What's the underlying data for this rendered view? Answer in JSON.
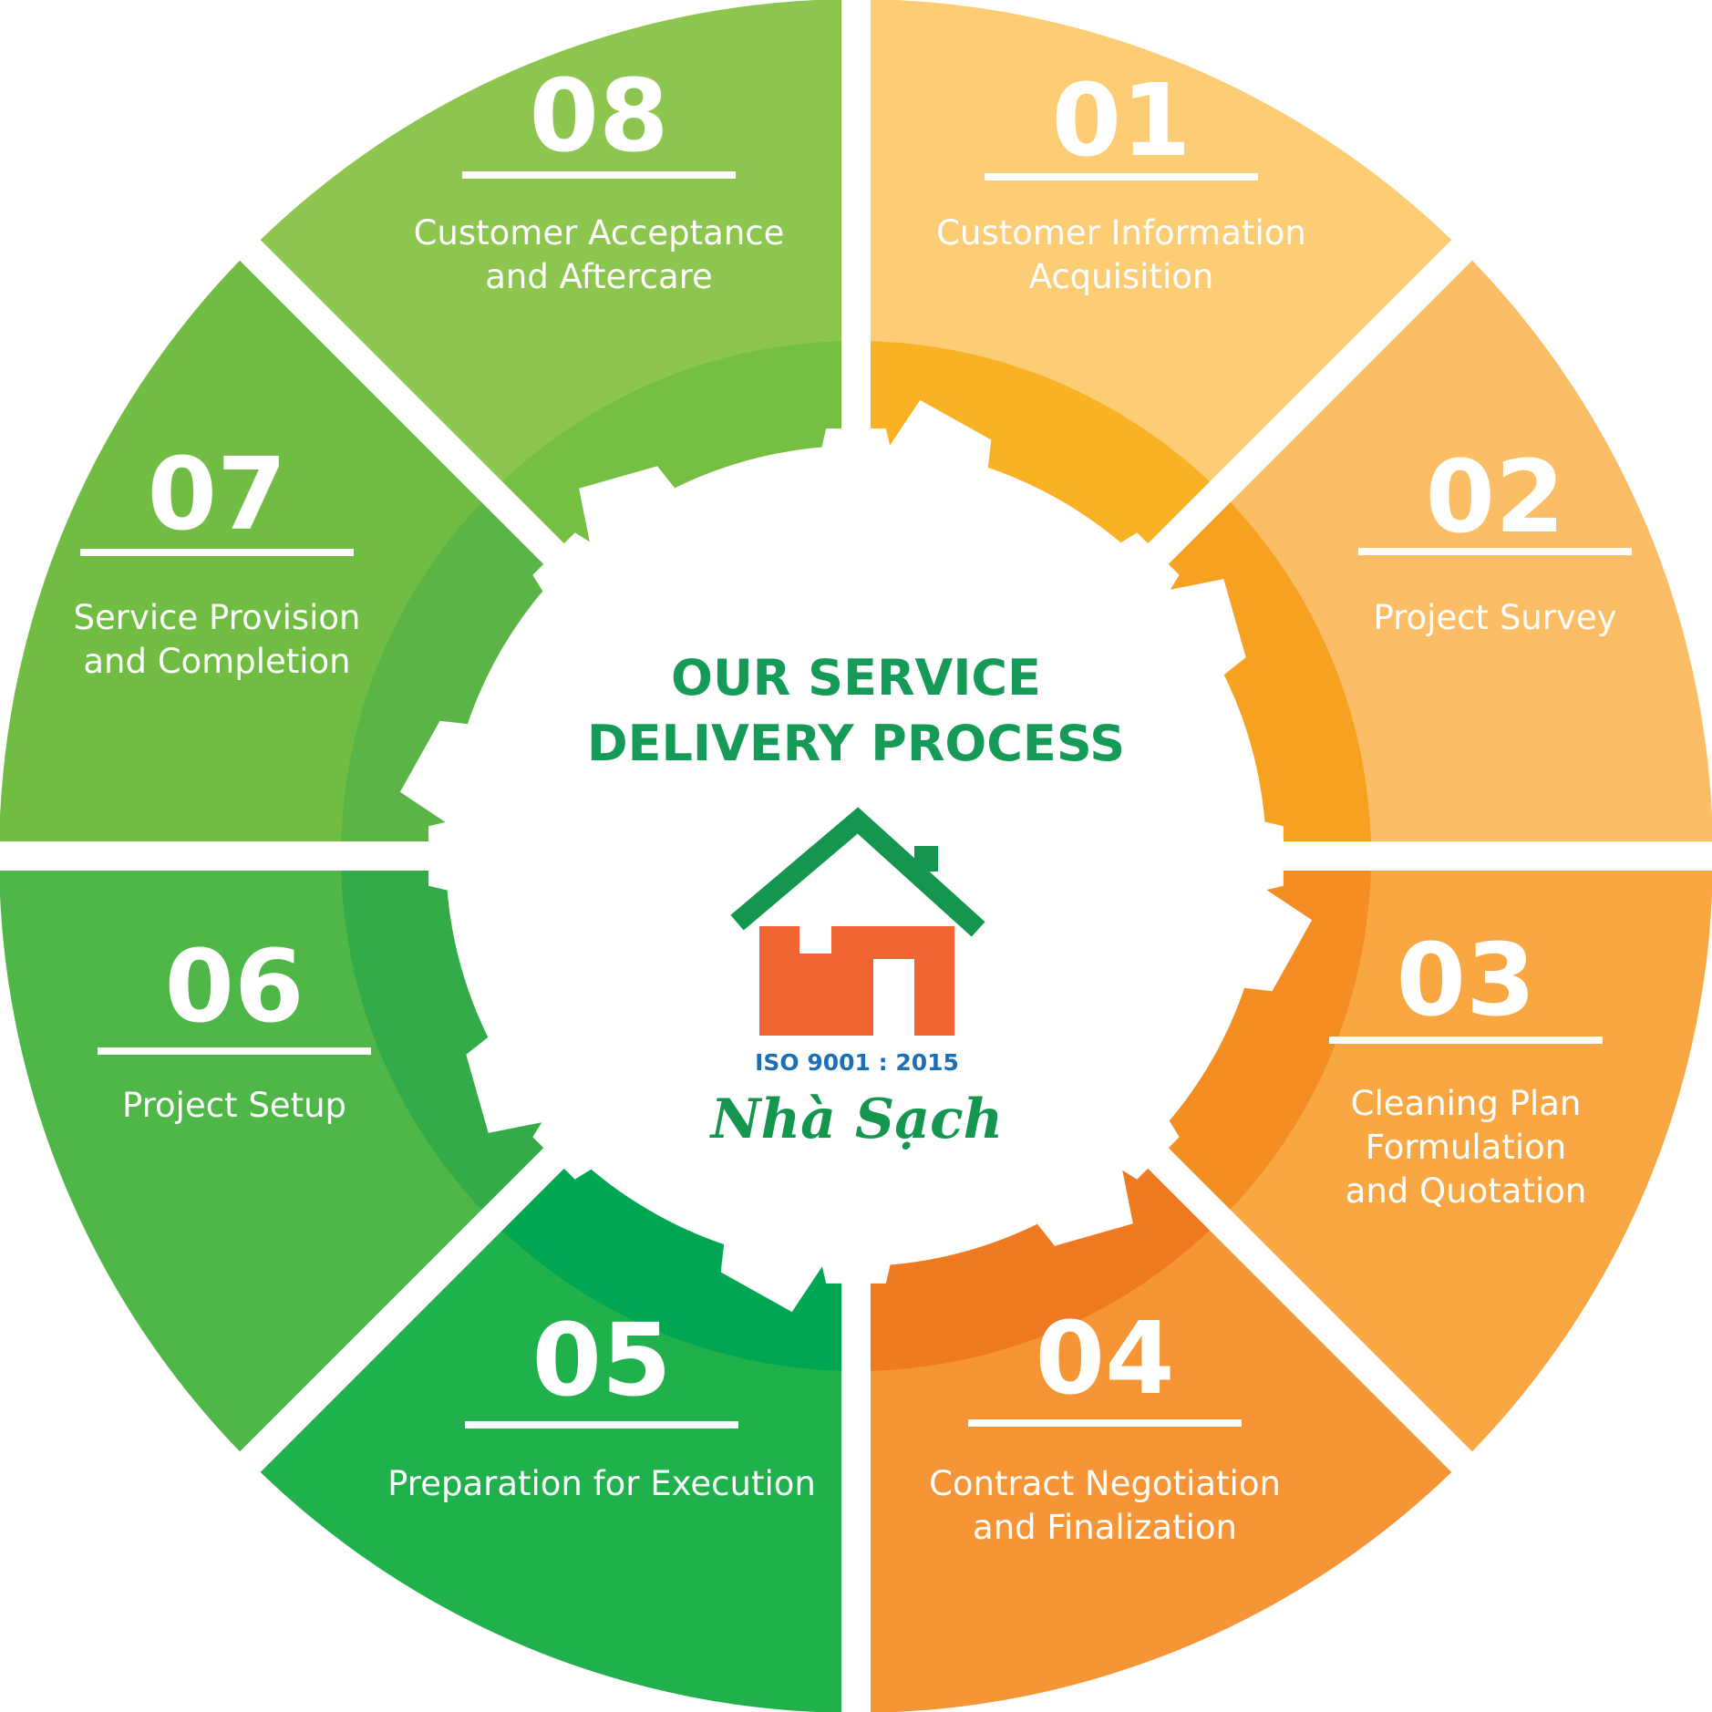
{
  "title": {
    "line1": "OUR SERVICE",
    "line2": "DELIVERY PROCESS"
  },
  "logo": {
    "iso": "ISO 9001 : 2015",
    "brand": "Nhà Sạch",
    "icon": "house-logo-icon"
  },
  "colors": {
    "title": "#159a57",
    "iso": "#1a6fb5",
    "roof": "#14964f",
    "building": "#f26532"
  },
  "steps": [
    {
      "number": "01",
      "lines": [
        "Customer Information",
        "Acquisition"
      ],
      "outer": "#fdcd76",
      "inner": "#f9b223"
    },
    {
      "number": "02",
      "lines": [
        "Project Survey"
      ],
      "outer": "#fbbd65",
      "inner": "#f7a120"
    },
    {
      "number": "03",
      "lines": [
        "Cleaning Plan",
        "Formulation",
        "and Quotation"
      ],
      "outer": "#f9a743",
      "inner": "#f48e22"
    },
    {
      "number": "04",
      "lines": [
        "Contract Negotiation",
        "and Finalization"
      ],
      "outer": "#f69535",
      "inner": "#f07a22"
    },
    {
      "number": "05",
      "lines": [
        "Preparation for Execution"
      ],
      "outer": "#20b04c",
      "inner": "#00a651"
    },
    {
      "number": "06",
      "lines": [
        "Project Setup"
      ],
      "outer": "#4fb748",
      "inner": "#33ab48"
    },
    {
      "number": "07",
      "lines": [
        "Service Provision",
        "and Completion"
      ],
      "outer": "#71bd44",
      "inner": "#5ab546"
    },
    {
      "number": "08",
      "lines": [
        "Customer Acceptance",
        "and Aftercare"
      ],
      "outer": "#8cc64f",
      "inner": "#75bf43"
    }
  ]
}
